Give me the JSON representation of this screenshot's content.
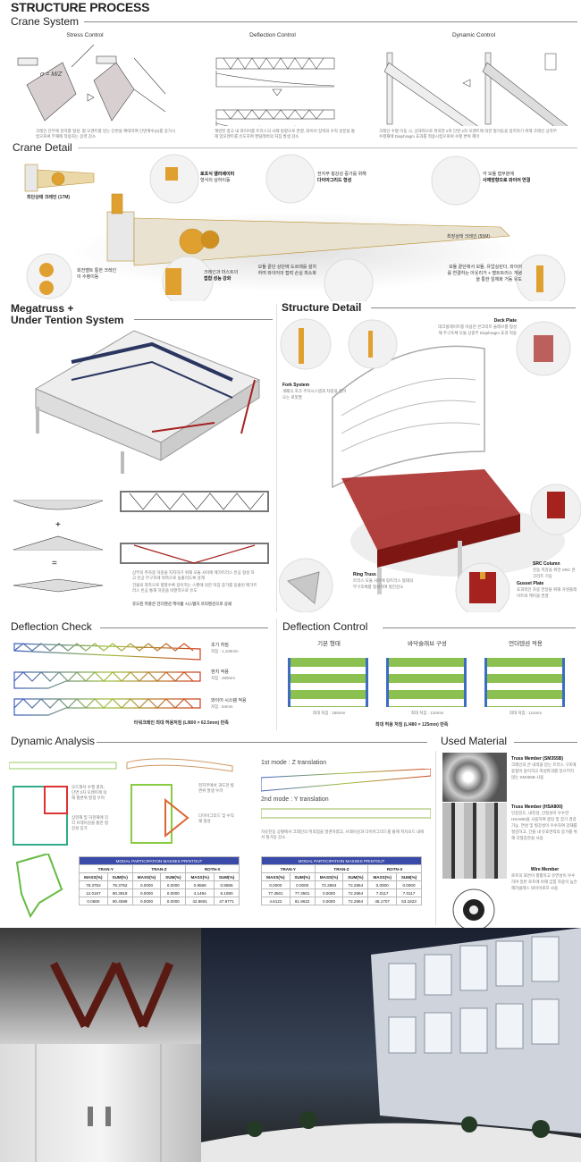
{
  "title": "STRUCTURE PROCESS",
  "crane_system": {
    "heading": "Crane System",
    "stress": {
      "title": "Stress Control",
      "formula": "σ = M/Z",
      "caption": "크레인 단부에 현지를 형성, 휨 모멘트를 받는 단면을 확대하여 단면계수(Z)를 증가시킴으로써 부재에 작용하는 응력 감소"
    },
    "deflection": {
      "title": "Deflection Control",
      "caption": "계란된 층고 내 와이어를 트러스의 사재 방향으로 연결, 와이어 장력의 수직 성분을 통해 업모멘트를 유도하여 캔틸레버의 처짐 발생 감소"
    },
    "dynamic": {
      "title": "Dynamic Control",
      "caption": "크레인 수평 이동 시, 상대적으로 취약한 2축 단면 2차 모멘트에 의한 횡거동을 방지하기 위해 크레인 상하부 수평재에 Diaphragm 효과를 적용시킴으로써 수평 변위 제어"
    }
  },
  "crane_detail": {
    "heading": "Crane Detail",
    "short_label": "최단상태 크레인 (17M)",
    "long_label": "최장상태 크레인 (55M)",
    "callouts": [
      {
        "bold": "로프식 엘리베이터",
        "text": "형식의 상하이동"
      },
      {
        "text": "전지부 횡강성 증가를 위해",
        "bold": "다이아그리드 형성"
      },
      {
        "text": "각 모듈 접부분에",
        "bold": "사재방향으로 와이어 연결"
      },
      {
        "text": "회전벨트 통한 크레인이 수평이동"
      },
      {
        "text": "크레인과 마스트의",
        "bold": "접합 성능 강화"
      },
      {
        "text": "모듈 끝단 상단에 도르래를 설치하여 와이어의 접력 손실 최소화"
      },
      {
        "text": "모듈 끝단에서 모듈, 유압실린더, 와이어를 연결하는 아웃리거 + 벨트트러스 개념을 통한 일체화 거동 유도"
      }
    ]
  },
  "megatruss": {
    "heading_line1": "Megatruss +",
    "heading_line2": "Under Tention System",
    "plus": "+",
    "equals": "=",
    "captions": [
      "상부의 추차중 하중을 지지하기 위해 모듈 사이에 메가트러스 빈공 형성 하고 빈공 부구조에 위쪽으로 들출리도록 설계",
      "건물의 외측으로 향할수록 길어지는 스팬에 의한 처짐 증가를 동출된 메가트러스 빈공 통해 하중을 바깥쪽으로 유도",
      "유도된 하중은 언더텐션 케이블 시스템의 프리텐션으로 상쇄"
    ]
  },
  "structure_detail": {
    "heading": "Structure Detail",
    "fork": {
      "title": "Fork System",
      "text": "개폐식 포크 주차시스템과 차량을 집어오는 로봇팔"
    },
    "deck": {
      "title": "Deck Plate",
      "text": "데크플레이트를 이용한 콘크리트 슬래브를 형성해 주구조체 모듈 상층부 Diaphragm 효과 적용"
    },
    "src": {
      "title": "SRC Column",
      "text": "진동 저감을 위한 SRC 콘크리트 기둥"
    },
    "ring": {
      "title": "Ring Truss",
      "text": "트러스 모듈 사이에 링트러스 형태의 부구조체를 형성하여 횡간감소"
    },
    "gusset": {
      "title": "Gusset Plate",
      "text": "효과적인 하중 전달을 위해 거셋플레이트와 케이블 연결"
    }
  },
  "deflection_check": {
    "heading": "Deflection Check",
    "items": [
      {
        "title": "초기 처짐",
        "value": "처짐 : 1,100mm"
      },
      {
        "title": "현치 적용",
        "value": "처짐 : 490mm"
      },
      {
        "title": "와이어 시스템 적용",
        "value": "처짐 : 54mm"
      }
    ],
    "note": "타워크레인 최대 허용처짐 (L/800 = 62.5mm) 만족"
  },
  "deflection_control": {
    "heading": "Deflection Control",
    "items": [
      {
        "title": "기본 형태",
        "value": "최대 처짐 : 185mm"
      },
      {
        "title": "바닥슬래브 구성",
        "value": "최대 처짐 : 134mm"
      },
      {
        "title": "언더텐션 적용",
        "value": "최대 처짐 : 114mm"
      }
    ],
    "note": "최대 허용 처짐 (L/480 = 125mm) 만족"
  },
  "dynamic_analysis": {
    "heading": "Dynamic Analysis",
    "text1": "모드해석 수행 결과, 단면 2차 모멘트에 의해 횡변위 발생 우려",
    "text2": "상현재 및 하현재에 각각 브레이싱을 통한 횡강성 증가",
    "text3": "현지부에서 과도한 횡변위 발생 우려",
    "text4": "다이아그리드 및 수직재 형성",
    "mode1": "1st mode  : Z translation",
    "mode2": "2nd mode : Y translation",
    "text5": "자유진동 상황에서 크레인의 취약점을 발견하였고, 브레이싱과 다이아그리드를 통해 저차모드 내에서 횡거동 감소",
    "tables": [
      {
        "title": "MODAL PARTICIPATION MASSES PRINTOUT",
        "groups": [
          "TRAN-Y",
          "TRAN-Z",
          "ROTN-X"
        ],
        "cols": [
          "MASS(%)",
          "SUM(%)",
          "MASS(%)",
          "SUM(%)",
          "MASS(%)",
          "SUM(%)"
        ],
        "rows": [
          [
            "78.3752",
            "78.3752",
            "0.0000",
            "0.0000",
            "0.9586",
            "0.9586"
          ],
          [
            "12.0167",
            "90.3919",
            "0.0000",
            "0.0000",
            "4.1494",
            "5.1080"
          ],
          [
            "0.0680",
            "90.4599",
            "0.0000",
            "0.0000",
            "42.8691",
            "47.9771"
          ]
        ]
      },
      {
        "title": "MODAL PARTICIPATION MASSES PRINTOUT",
        "groups": [
          "TRAN-Y",
          "TRAN-Z",
          "ROTN-X"
        ],
        "cols": [
          "MASS(%)",
          "SUM(%)",
          "MASS(%)",
          "SUM(%)",
          "MASS(%)",
          "SUM(%)"
        ],
        "rows": [
          [
            "0.0000",
            "0.0000",
            "72.2864",
            "72.2864",
            "0.0000",
            "0.0000"
          ],
          [
            "77.3501",
            "77.3501",
            "0.0000",
            "72.2864",
            "7.0117",
            "7.0117"
          ],
          [
            "4.6122",
            "81.9622",
            "0.0000",
            "72.2864",
            "46.1707",
            "53.1823"
          ]
        ]
      }
    ]
  },
  "used_material": {
    "heading": "Used Material",
    "items": [
      {
        "title": "Truss Member (SM355B)",
        "text": "크레인의 큰 내력을 받는 트러스 구조에 용접이 용이하고 취성파괴를 일으키지 않는 SM355B 사용"
      },
      {
        "title": "Truss Member (HSA800)",
        "text": "인장강도, 내진성, 안정성이 우수한 HSA800을 사용하여 층당 및 장기 경감 가능. 연성 및 횡강성이 우수하여 강재를 절감하고, 건물 내 유효면적의 증가를 위해 각형강관을 사용"
      },
      {
        "title": "Wire Member",
        "text": "로프의 표면이 평활하고 유연성이 우수하며 일반 로프에 비해 굽힘 하중이 높은 헤라클레스 와이어로프 사용"
      }
    ]
  },
  "colors": {
    "accent_red": "#a5221f",
    "steel": "#c8c8c8",
    "table_header": "#3a4aa8",
    "crane_orange": "#e0a030"
  }
}
